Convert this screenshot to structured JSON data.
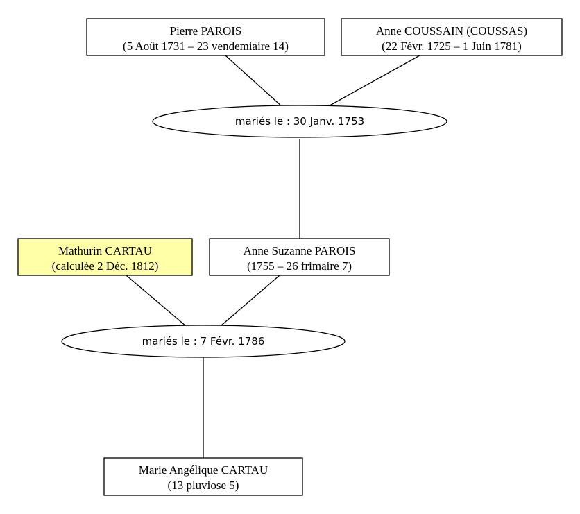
{
  "persons": [
    {
      "id": "pierre",
      "name": "Pierre PAROIS",
      "dates": "(5 Août 1731 – 23 vendemiaire 14)",
      "fill": "#ffffff"
    },
    {
      "id": "anne_c",
      "name": "Anne COUSSAIN (COUSSAS)",
      "dates": "(22 Févr. 1725 – 1 Juin 1781)",
      "fill": "#ffffff"
    },
    {
      "id": "mathurin",
      "name": "Mathurin CARTAU",
      "dates": "(calculée 2 Déc. 1812)",
      "fill": "#ffffa8"
    },
    {
      "id": "anne_s",
      "name": "Anne Suzanne PAROIS",
      "dates": "(1755 – 26 frimaire 7)",
      "fill": "#ffffff"
    },
    {
      "id": "marie",
      "name": "Marie Angélique CARTAU",
      "dates": "(13 pluviose 5)",
      "fill": "#ffffff"
    }
  ],
  "unions": [
    {
      "id": "u1",
      "label": "mariés le : 30 Janv. 1753"
    },
    {
      "id": "u2",
      "label": "mariés le : 7 Févr. 1786"
    }
  ]
}
